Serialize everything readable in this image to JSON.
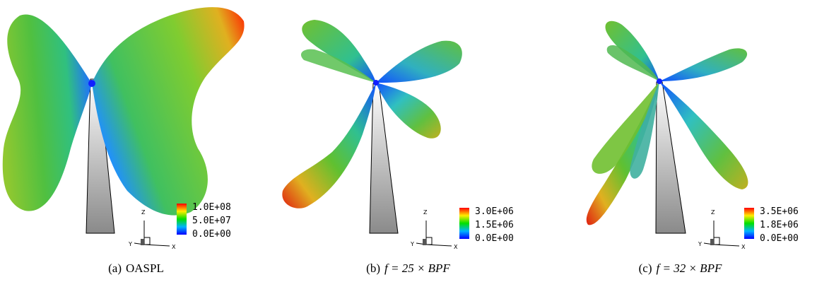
{
  "panels": [
    {
      "prefix": "(a)",
      "caption_text": "OASPL",
      "caption_math": "",
      "legend": [
        "1.0E+08",
        "5.0E+07",
        "0.0E+00"
      ]
    },
    {
      "prefix": "(b)",
      "caption_text": "",
      "caption_math": "f = 25 × BPF",
      "legend": [
        "3.0E+06",
        "1.5E+06",
        "0.0E+00"
      ]
    },
    {
      "prefix": "(c)",
      "caption_text": "",
      "caption_math": "f = 32 × BPF",
      "legend": [
        "3.5E+06",
        "1.8E+06",
        "0.0E+00"
      ]
    }
  ],
  "axes": {
    "z": "Z",
    "y": "Y",
    "x": "X"
  },
  "colormap": [
    "#0000ff",
    "#00b0ff",
    "#00e000",
    "#ffff00",
    "#ff0000"
  ]
}
